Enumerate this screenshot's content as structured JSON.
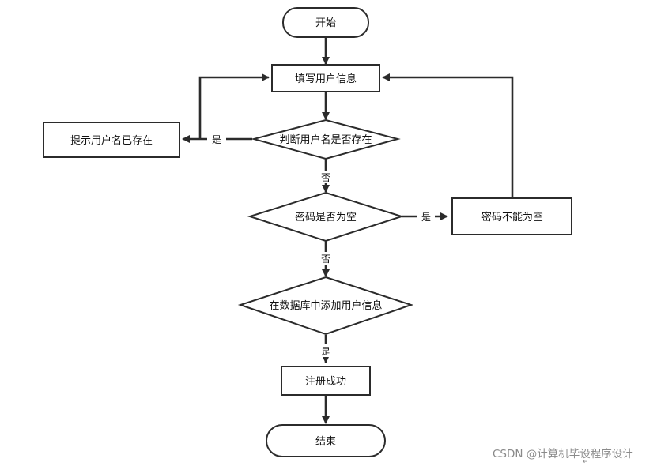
{
  "nodes": {
    "start": "开始",
    "fill_info": "填写用户信息",
    "check_username": "判断用户名是否存在",
    "username_exists": "提示用户名已存在",
    "check_password": "密码是否为空",
    "password_empty": "密码不能为空",
    "add_to_db": "在数据库中添加用户信息",
    "register_success": "注册成功",
    "end": "结束"
  },
  "edges": {
    "username_yes": "是",
    "username_no": "否",
    "password_yes": "是",
    "password_no": "否",
    "db_yes": "是"
  },
  "watermark": "CSDN @计算机毕设程序设计",
  "colors": {
    "line": "#2b2b2b",
    "text": "#111111",
    "watermark": "#8a8a8a"
  }
}
